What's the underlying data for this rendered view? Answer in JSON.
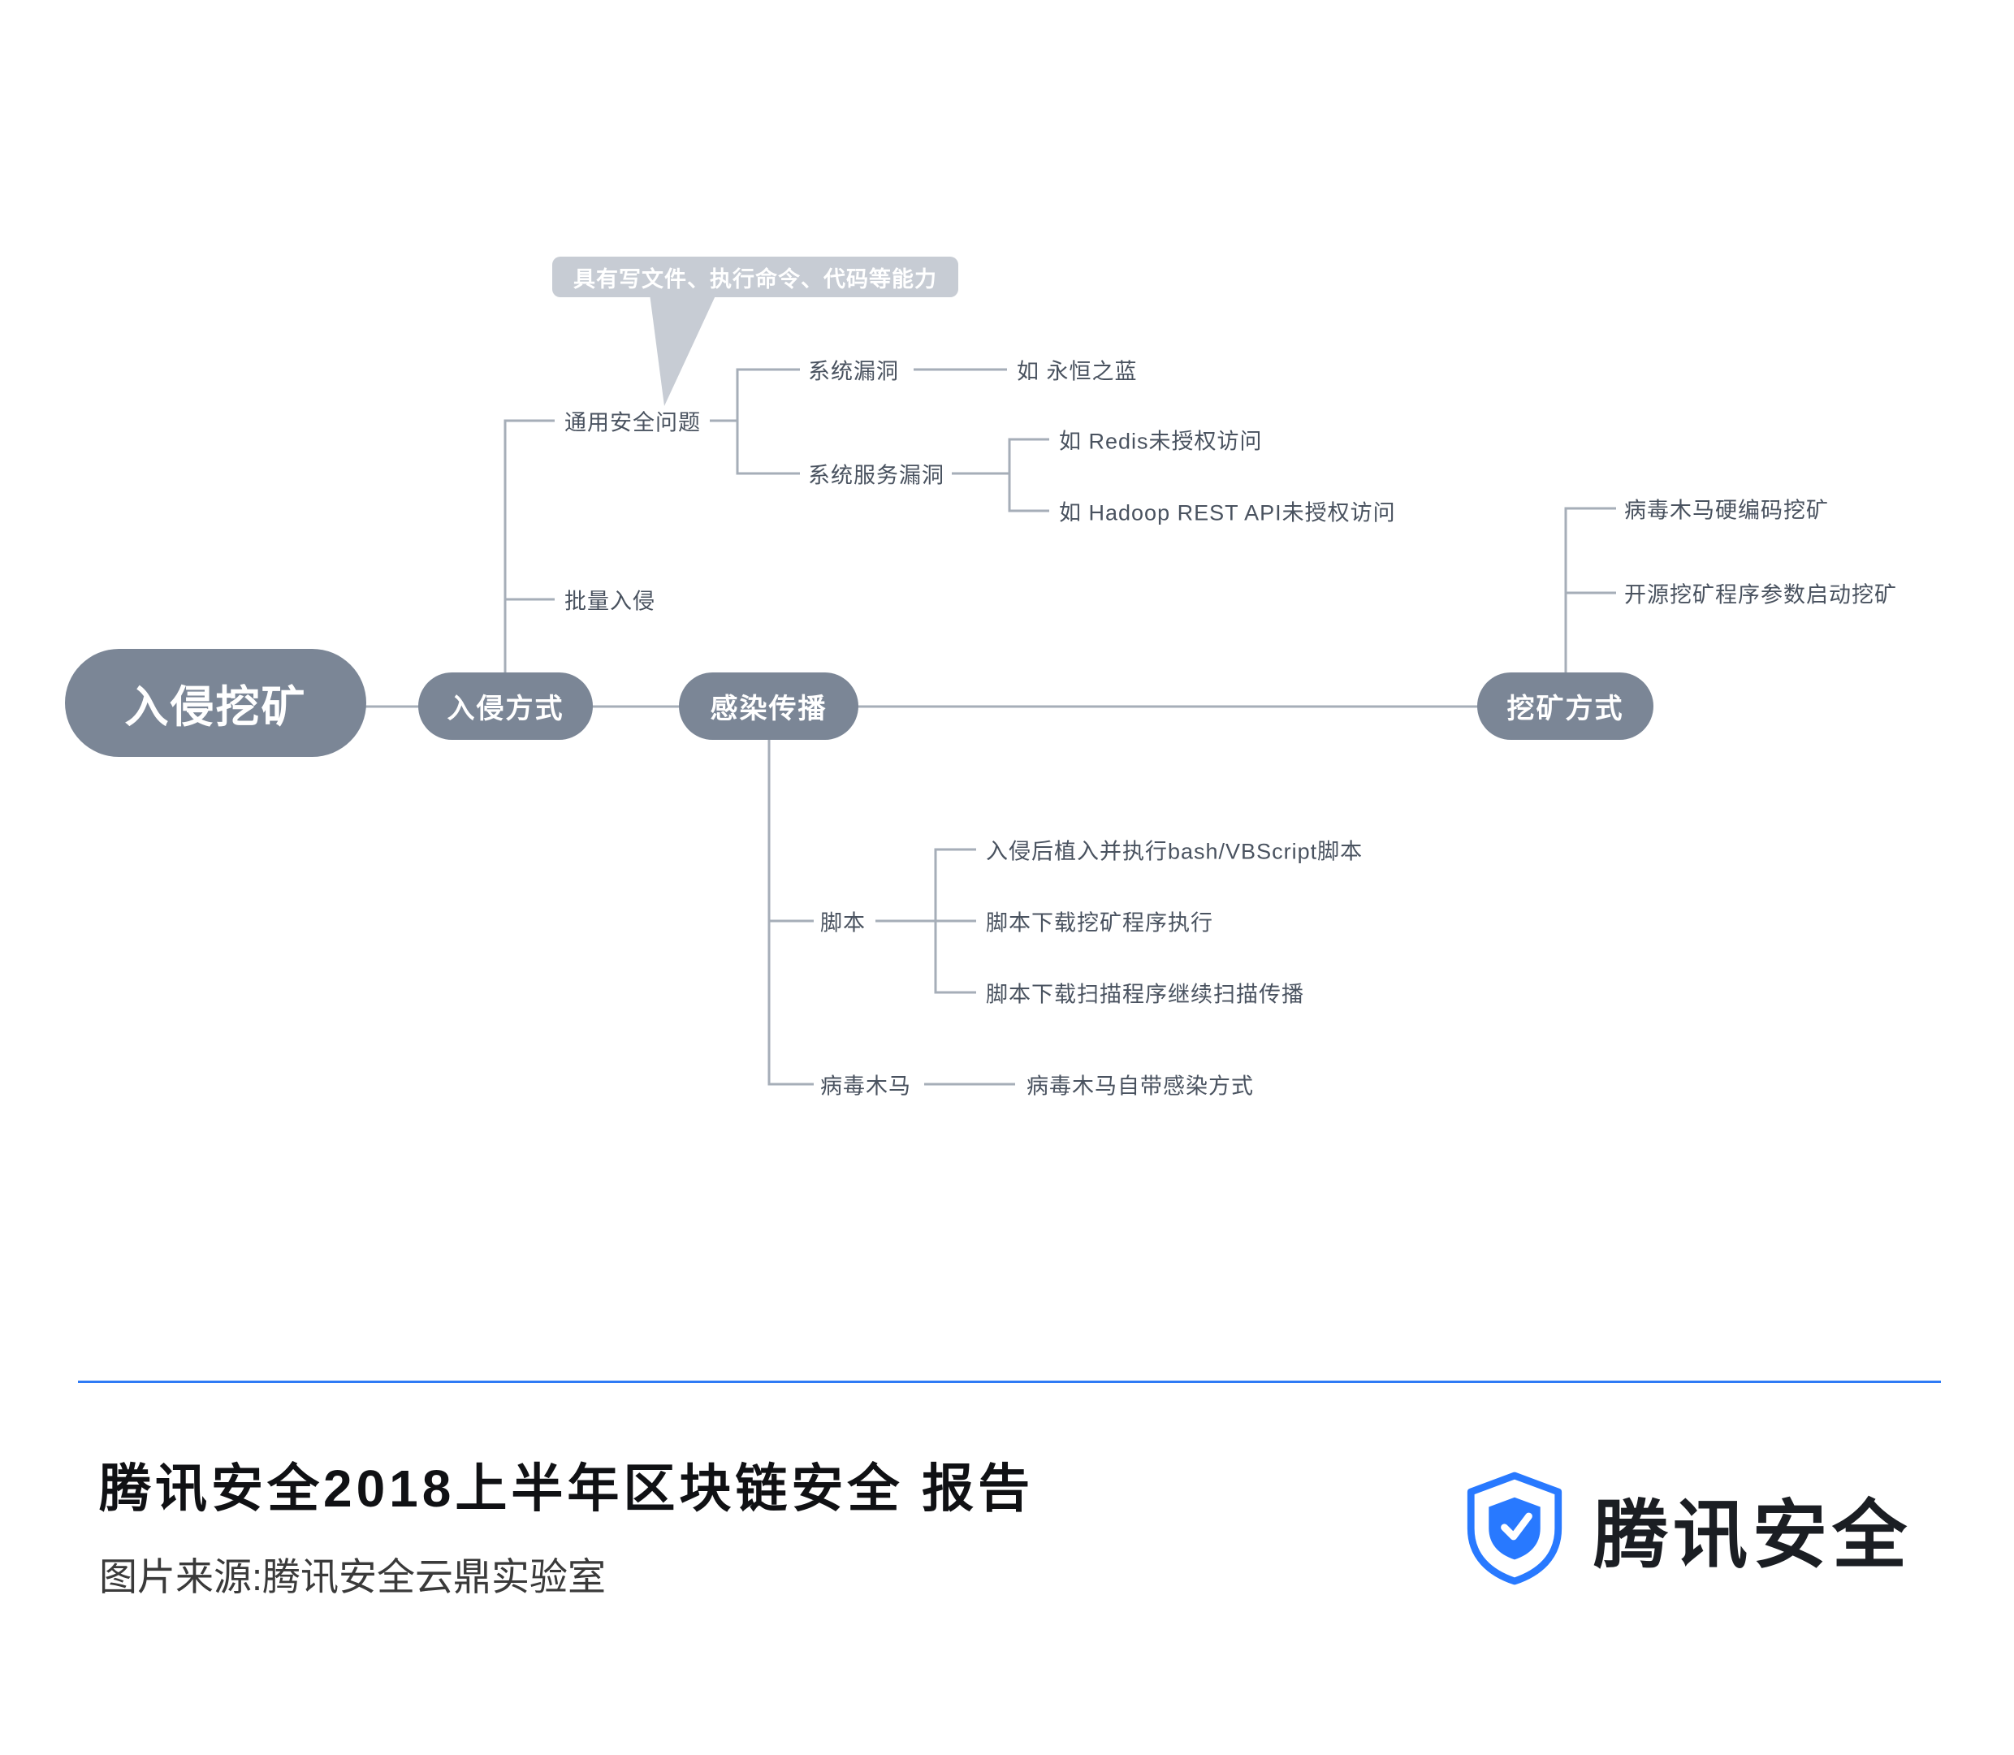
{
  "diagram": {
    "root": "入侵挖矿",
    "callout": "具有写文件、执行命令、代码等能力",
    "node_intrusion": "入侵方式",
    "node_infection": "感染传播",
    "node_mining": "挖矿方式",
    "general_issue": "通用安全问题",
    "batch_intrusion": "批量入侵",
    "system_vuln": "系统漏洞",
    "eternal_blue": "如 永恒之蓝",
    "service_vuln": "系统服务漏洞",
    "redis": "如 Redis未授权访问",
    "hadoop": "如 Hadoop REST API未授权访问",
    "script": "脚本",
    "script_bash": "入侵后植入并执行bash/VBScript脚本",
    "script_download_miner": "脚本下载挖矿程序执行",
    "script_download_scanner": "脚本下载扫描程序继续扫描传播",
    "trojan": "病毒木马",
    "trojan_self": "病毒木马自带感染方式",
    "mining_hardcoded": "病毒木马硬编码挖矿",
    "mining_opensource": "开源挖矿程序参数启动挖矿"
  },
  "footer": {
    "title": "腾讯安全2018上半年区块链安全 报告",
    "source": "图片来源:腾讯安全云鼎实验室",
    "brand": "腾讯安全"
  },
  "colors": {
    "node_fill": "#7b8696",
    "connector_line": "#a6aeb8",
    "branch_text": "#49525f",
    "callout_bg": "#c7ccd4",
    "divider_blue": "#2f7bf5",
    "logo_blue": "#2879ff"
  }
}
